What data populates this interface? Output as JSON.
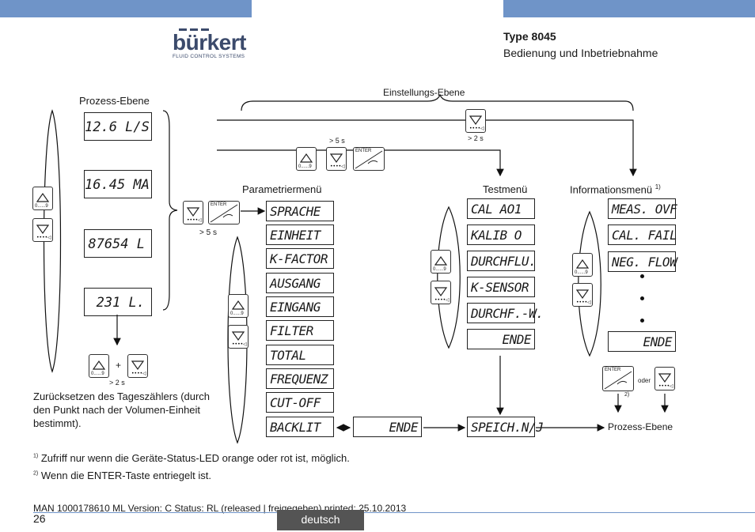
{
  "header": {
    "brand": "bürkert",
    "brand_sub": "FLUID CONTROL SYSTEMS",
    "type": "Type 8045",
    "subtitle": "Bedienung und Inbetriebnahme",
    "accent": "#6f94c8"
  },
  "levels": {
    "prozess": "Prozess-Ebene",
    "einstellung": "Einstellungs-Ebene",
    "param": "Parametriermenü",
    "test": "Testmenü",
    "info": "Informationsmenü",
    "info_sup": "1)",
    "prozess_out": "Prozess-Ebene"
  },
  "process_displays": [
    "12.6 L/S",
    "16.45 MA",
    "87654 L",
    "231 L."
  ],
  "param_menu": [
    "SPRACHE",
    "EINHEIT",
    "K-FACTOR",
    "AUSGANG",
    "EINGANG",
    "FILTER",
    "TOTAL",
    "FREQUENZ",
    "CUT-OFF",
    "BACKLIT"
  ],
  "param_end": "ENDE",
  "test_menu": [
    "CAL AO1",
    "KALIB O",
    "DURCHFLU.",
    "K-SENSOR",
    "DURCHF.-W."
  ],
  "test_end": "ENDE",
  "save": "SPEICH.N/J",
  "info_menu": [
    "MEAS. OVF",
    "CAL. FAIL",
    "NEG. FLOW"
  ],
  "info_end": "ENDE",
  "keys": {
    "digits": "0......9",
    "enter": "ENTER",
    "gt5s": "> 5 s",
    "gt2s": "> 2 s",
    "plus": "+",
    "oder": "oder",
    "note2": "2)"
  },
  "reset_text": [
    "Zurücksetzen des Tageszählers (durch",
    "den Punkt nach der Volumen-Einheit",
    "bestimmt)."
  ],
  "footnotes": [
    {
      "mark": "1)",
      "text": "Zufriff nur wenn die Geräte-Status-LED orange oder rot ist, möglich."
    },
    {
      "mark": "2)",
      "text": "Wenn die ENTER-Taste entriegelt ist."
    }
  ],
  "footer": {
    "man": "MAN  1000178610  ML  Version: C Status: RL (released | freigegeben)  printed: 25.10.2013",
    "page": "26",
    "lang": "deutsch"
  }
}
